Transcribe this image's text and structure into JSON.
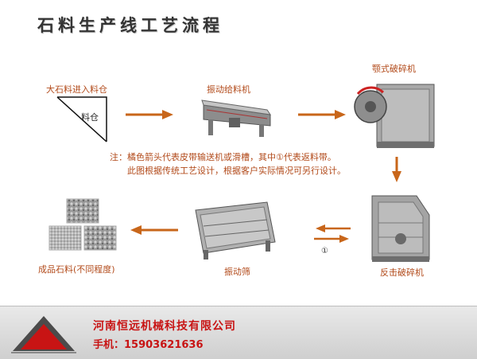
{
  "title": "石料生产线工艺流程",
  "labels": {
    "silo": "大石料进入料仓",
    "silo_inner": "料仓",
    "feeder": "振动给料机",
    "jaw_crusher": "颚式破碎机",
    "impact_crusher": "反击破碎机",
    "screen": "振动筛",
    "product": "成品石料(不同程度)"
  },
  "note": {
    "line1": "注：橘色箭头代表皮带输送机或滑槽，其中①代表返料带。",
    "line2": "此图根据传统工艺设计，根据客户实际情况可另行设计。"
  },
  "return_marker": "①",
  "footer": {
    "company": "河南恒远机械科技有限公司",
    "phone": "手机：15903621636"
  },
  "colors": {
    "arrow": "#c8661a",
    "label": "#b24a1a",
    "footer_text": "#c81414"
  }
}
